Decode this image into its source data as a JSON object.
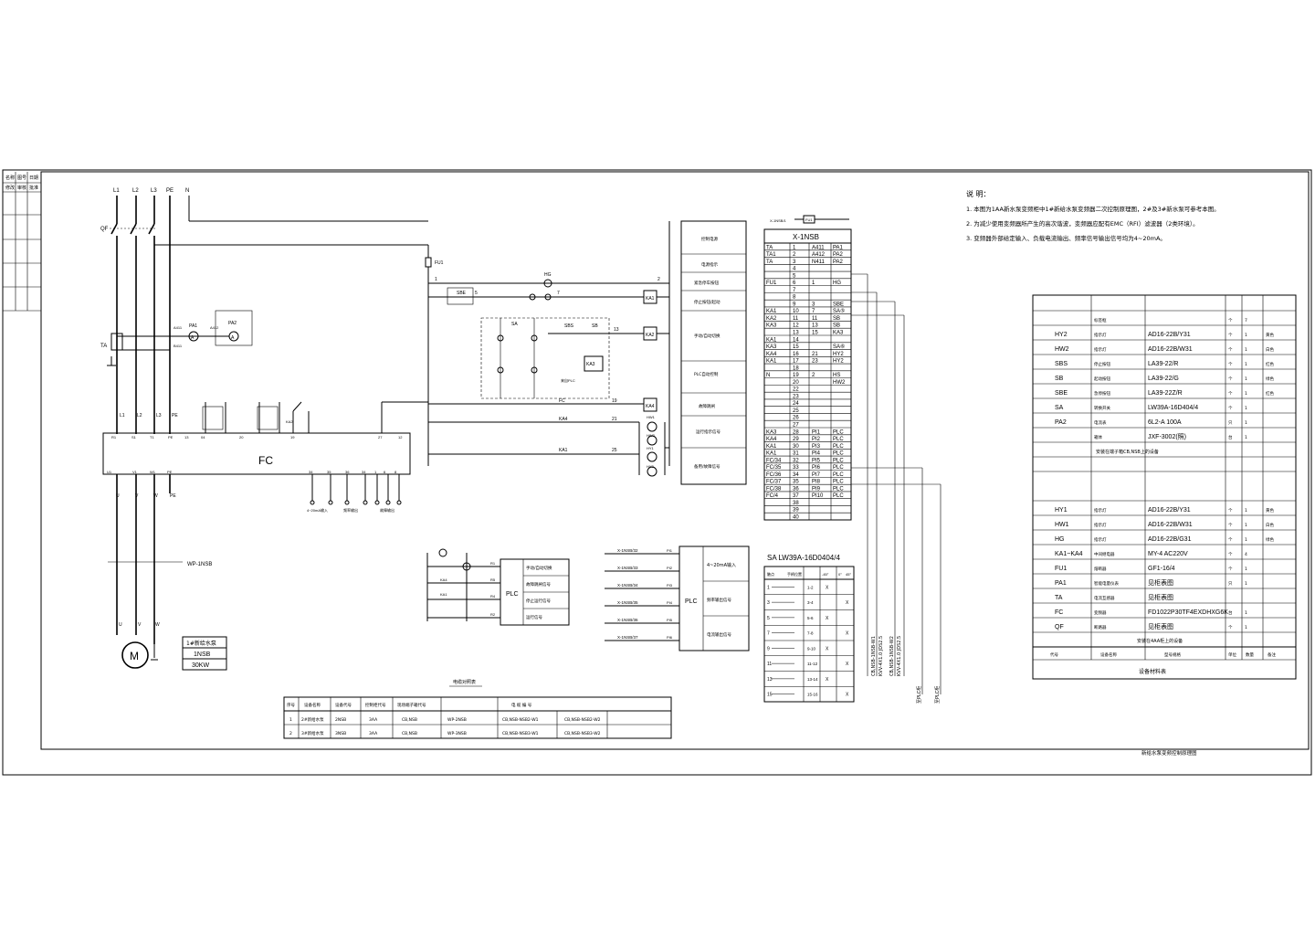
{
  "notes": {
    "title": "说  明：",
    "items": [
      "1. 本图为1AA新水泵变频柜中1#新给水泵变频器二次控制原理图，2#及3#新水泵可参考本图。",
      "2. 为减少使用变频器所产生的高次谐波，变频器应配有EMC（RFI）滤波器（2类环境）。",
      "3. 变频器外部给定输入、负载电流输出、频率信号输出信号均为4~20mA。"
    ]
  },
  "power": {
    "phases": [
      "L1",
      "L2",
      "L3",
      "PE",
      "N"
    ],
    "qf": "QF",
    "ta": "TA",
    "pa1": "PA1",
    "pa2": "PA2",
    "a411": "A411",
    "a412": "A412",
    "b411": "B411",
    "fc_label": "FC",
    "fc_top": [
      "L1",
      "L2",
      "L3",
      "PE"
    ],
    "fc_top_terms": [
      "R1",
      "S1",
      "T1",
      "PE",
      "13",
      "04",
      "20",
      "19",
      "27",
      "12"
    ],
    "fc_bottom_terms": [
      "U1",
      "V1",
      "W1",
      "PE",
      "34",
      "35",
      "36",
      "34",
      "1",
      "6",
      "8"
    ],
    "uvw": [
      "U",
      "V",
      "W",
      "PE"
    ],
    "cable": "WP-1NSB",
    "motor_label": "M",
    "motor_code": "1#新给水泵",
    "motor_tag": "1NSB",
    "motor_power": "30KW",
    "ka2": "KA2",
    "ka3": "KA3",
    "pe": "PE",
    "fc_term_notes": [
      "4~20mA输入",
      "频率输出",
      "故障输出"
    ]
  },
  "control": {
    "fu": "FU1",
    "n1": "1",
    "n2": "2",
    "sbe": "SBE",
    "hg": "HG",
    "ka1": "KA1",
    "ka2": "KA2",
    "ka3": "KA3",
    "ka4": "KA4",
    "sa": "SA",
    "sbs": "SBS",
    "sb": "SB",
    "hw1": "HW1",
    "hy1": "HY1",
    "hw2": "HW2",
    "hy2": "HY2",
    "fc": "FC",
    "plc": "来自PLC",
    "nums": [
      "5",
      "7",
      "9",
      "13",
      "19",
      "21",
      "23",
      "25"
    ]
  },
  "function_col": [
    "控制电源",
    "电源指示",
    "紧急停车按钮",
    "停止按钮/起动",
    "手动/自动切换",
    "PLC自动控制",
    "故障跳闸",
    "运行指示信号",
    "备用/故障信号"
  ],
  "plc_bottom": {
    "label": "PLC",
    "rows": [
      "手动/自动切换",
      "故障跳闸信号",
      "停止运行信号",
      "运行信号"
    ],
    "terms": [
      "R1",
      "R5",
      "R4",
      "R2"
    ],
    "ka4": "KA4",
    "ka1": "KA1"
  },
  "plc_right": {
    "label": "PLC",
    "rows": [
      "X-1NSB/32",
      "X-1NSB/33",
      "X-1NSB/34",
      "X-1NSB/35",
      "X-1NSB/36",
      "X-1NSB/37"
    ],
    "terms": [
      "PI1",
      "PI2",
      "PI3",
      "PI4",
      "PI5",
      "PI6"
    ],
    "groups": [
      "4~20mA输入",
      "频率输出信号",
      "电流输出信号"
    ]
  },
  "terminal": {
    "hdr": "X-1NSB",
    "x_ref": "X-1NSB/1",
    "fu_top": "FU1",
    "rows": [
      [
        "TA",
        "1",
        "A411",
        "PA1"
      ],
      [
        "TA1",
        "2",
        "A412",
        "PA2"
      ],
      [
        "TA",
        "3",
        "N411",
        "PA2"
      ],
      [
        "",
        "4",
        "",
        " "
      ],
      [
        "",
        "5",
        "",
        ""
      ],
      [
        "FU1",
        "6",
        "1",
        "HG"
      ],
      [
        "",
        "7",
        "",
        ""
      ],
      [
        "",
        "8",
        "",
        ""
      ],
      [
        "",
        "9",
        "3",
        "SBE"
      ],
      [
        "KA1",
        "10",
        "7",
        "SA⑤"
      ],
      [
        "KA2",
        "11",
        "11",
        "SB"
      ],
      [
        "KA3",
        "12",
        "13",
        "SB"
      ],
      [
        "",
        "13",
        "15",
        "KA3"
      ],
      [
        "KA1",
        "14",
        "",
        ""
      ],
      [
        "KA3",
        "15",
        "",
        "SA⑥"
      ],
      [
        "KA4",
        "16",
        "21",
        "HY2"
      ],
      [
        "KA1",
        "17",
        "23",
        "HY2"
      ],
      [
        "",
        "18",
        "",
        ""
      ],
      [
        "N",
        "19",
        "2",
        "HS"
      ],
      [
        "",
        "20",
        "",
        "HW2"
      ],
      [
        "",
        "22",
        "",
        ""
      ],
      [
        "",
        "23",
        "",
        ""
      ],
      [
        "",
        "24",
        "",
        ""
      ],
      [
        "",
        "25",
        "",
        ""
      ],
      [
        "",
        "26",
        "",
        ""
      ],
      [
        "",
        "27",
        "",
        ""
      ],
      [
        "KA3",
        "28",
        "PI1",
        "PLC"
      ],
      [
        "KA4",
        "29",
        "PI2",
        "PLC"
      ],
      [
        "KA1",
        "30",
        "PI3",
        "PLC"
      ],
      [
        "KA1",
        "31",
        "PI4",
        "PLC"
      ],
      [
        "FC/34",
        "32",
        "PI5",
        "PLC"
      ],
      [
        "FC/35",
        "33",
        "PI6",
        "PLC"
      ],
      [
        "FC/36",
        "34",
        "PI7",
        "PLC"
      ],
      [
        "FC/37",
        "35",
        "PI8",
        "PLC"
      ],
      [
        "FC/38",
        "36",
        "PI9",
        "PLC"
      ],
      [
        "FC/4",
        "37",
        "PI10",
        "PLC"
      ],
      [
        "",
        "38",
        "",
        ""
      ],
      [
        "",
        "39",
        "",
        ""
      ],
      [
        "",
        "40",
        "",
        ""
      ]
    ],
    "cable_labels": [
      "CB,NSB-1NSB-W1",
      "KVV-4X1.0 JDS2.5",
      "CB,NSB-1NSB-W2",
      "KVV-4X1.0 JDS2.5",
      "至PLC柜",
      "至PLC柜"
    ]
  },
  "sa_table": {
    "title": "SA  LW39A-16D0404/4",
    "hdr": [
      "触点",
      "手柄位置",
      "-45°",
      "0°",
      "45°"
    ],
    "rows": [
      [
        "1",
        "1-2",
        "X",
        ""
      ],
      [
        "3",
        "3-4",
        "",
        "X"
      ],
      [
        "5",
        "5-6",
        "X",
        ""
      ],
      [
        "7",
        "7-8",
        "",
        "X"
      ],
      [
        "9",
        "9-10",
        "X",
        ""
      ],
      [
        "11",
        "11-12",
        "",
        "X"
      ],
      [
        "13",
        "13-14",
        "X",
        ""
      ],
      [
        "15",
        "15-16",
        "",
        "X"
      ]
    ]
  },
  "device_table": {
    "title": "设备材料表",
    "footer_hdr": [
      "代号",
      "设备名称",
      "型号规格",
      "单位",
      "数量",
      "备注"
    ],
    "section1_label": "安装在端子箱CB,NSB上的设备",
    "section2_label": "安装在4AA柜上的设备",
    "rows1": [
      [
        "",
        "标签框",
        "",
        "个",
        "7",
        ""
      ],
      [
        "HY2",
        "指示灯",
        "AD16-22B/Y31",
        "个",
        "1",
        "黄色"
      ],
      [
        "HW2",
        "指示灯",
        "AD16-22B/W31",
        "个",
        "1",
        "白色"
      ],
      [
        "SBS",
        "停止按钮",
        "LA39-22/R",
        "个",
        "1",
        "红色"
      ],
      [
        "SB",
        "起动按钮",
        "LA39-22/G",
        "个",
        "1",
        "绿色"
      ],
      [
        "SBE",
        "急停按钮",
        "LA39-22Z/R",
        "个",
        "1",
        "红色"
      ],
      [
        "SA",
        "转换开关",
        "LW39A-16D404/4",
        "个",
        "1",
        ""
      ],
      [
        "PA2",
        "电流表",
        "6L2-A 100A",
        "只",
        "1",
        ""
      ],
      [
        "",
        "箱体",
        "JXF-3002(照)",
        "台",
        "1",
        ""
      ]
    ],
    "rows2": [
      [
        "HY1",
        "指示灯",
        "AD16-22B/Y31",
        "个",
        "1",
        "黄色"
      ],
      [
        "HW1",
        "指示灯",
        "AD16-22B/W31",
        "个",
        "1",
        "白色"
      ],
      [
        "HG",
        "指示灯",
        "AD16-22B/G31",
        "个",
        "1",
        "绿色"
      ],
      [
        "KA1~KA4",
        "中间继电器",
        "MY-4  AC220V",
        "个",
        "4",
        ""
      ],
      [
        "FU1",
        "熔断器",
        "GF1-16/4",
        "个",
        "1",
        ""
      ],
      [
        "PA1",
        "智能电量仪表",
        "见柜表图",
        "只",
        "1",
        ""
      ],
      [
        "TA",
        "电流互感器",
        "见柜表图",
        "",
        "",
        ""
      ],
      [
        "FC",
        "变频器",
        "FD1022P30TF4EXDHXG6K",
        "台",
        "1",
        ""
      ],
      [
        "QF",
        "断路器",
        "见柜表图",
        "个",
        "1",
        ""
      ]
    ]
  },
  "cable_table": {
    "title": "电缆对照表",
    "hdr": [
      "序号",
      "设备名称",
      "设备代号",
      "控制柜代号",
      "现场端子箱代号",
      "电  缆  编  号"
    ],
    "rows": [
      [
        "1",
        "2#新给水泵",
        "2NSB",
        "3AA",
        "CB,NSB",
        "WP-2NSB",
        "CB,NSB-NSB2-W1",
        "CB,NSB-NSB2-W2"
      ],
      [
        "2",
        "3#新给水泵",
        "3NSB",
        "3AA",
        "CB,NSB",
        "WP-3NSB",
        "CB,NSB-NSB3-W1",
        "CB,NSB-NSB3-W2"
      ]
    ]
  },
  "title_block": {
    "drawing_title": "新给水泵变频控制原理图",
    "corner_labels": [
      "名称",
      "图号",
      "日期",
      "修改",
      "审核",
      "批准"
    ]
  }
}
